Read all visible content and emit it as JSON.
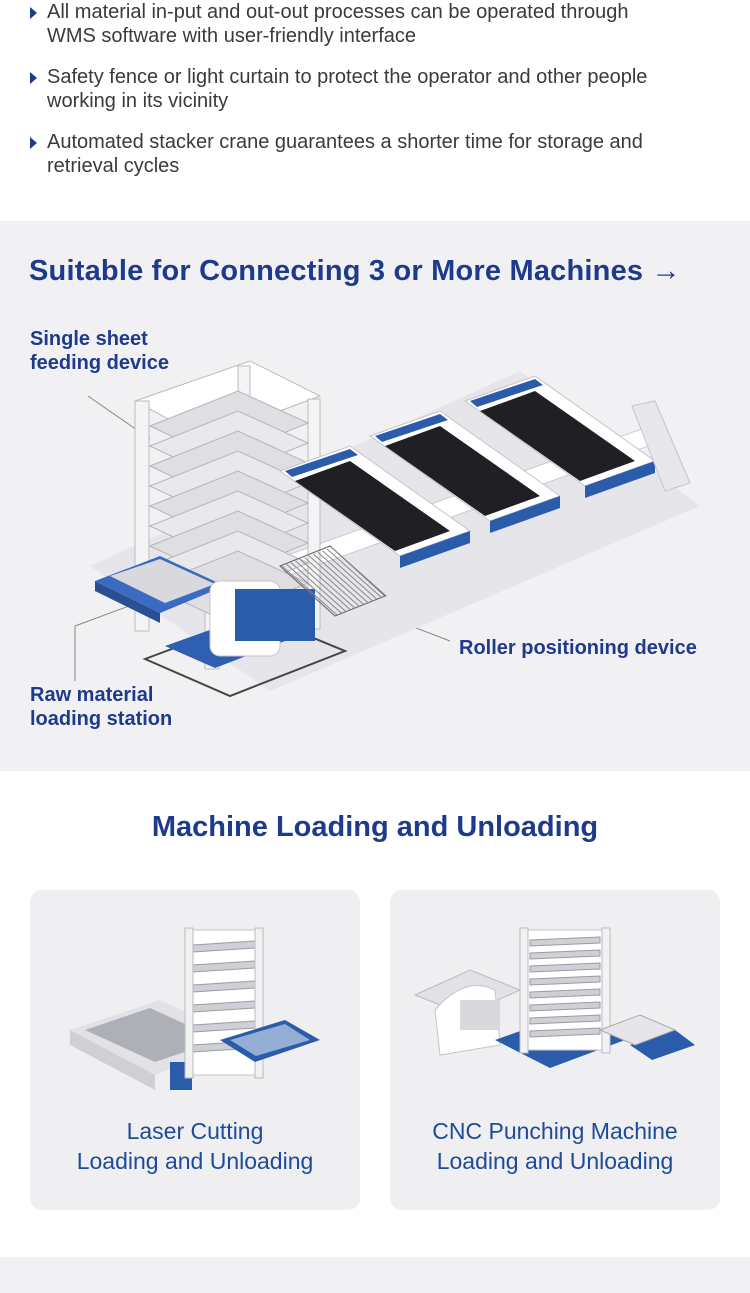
{
  "features": [
    {
      "line1": "All material in-put and out-out processes can be operated through",
      "line2": "WMS software with user-friendly interface"
    },
    {
      "line1": "Safety fence or light curtain to protect the operator and other people",
      "line2": "working in its vicinity"
    },
    {
      "line1": "Automated stacker crane guarantees a shorter time for storage and",
      "line2": "retrieval cycles"
    }
  ],
  "connect": {
    "title": "Suitable for Connecting 3 or More Machines →",
    "callouts": {
      "single_line1": "Single sheet",
      "single_line2": "feeding device",
      "raw_line1": "Raw material",
      "raw_line2": "loading station",
      "roller": "Roller positioning device"
    }
  },
  "loading": {
    "title": "Machine Loading and Unloading",
    "cards": [
      {
        "line1": "Laser Cutting",
        "line2": "Loading and Unloading"
      },
      {
        "line1": "CNC Punching Machine",
        "line2": "Loading and Unloading"
      }
    ]
  },
  "colors": {
    "brand_blue": "#1e3a8a",
    "machine_blue": "#2b5cab",
    "section_gray": "#f1f1f3"
  }
}
